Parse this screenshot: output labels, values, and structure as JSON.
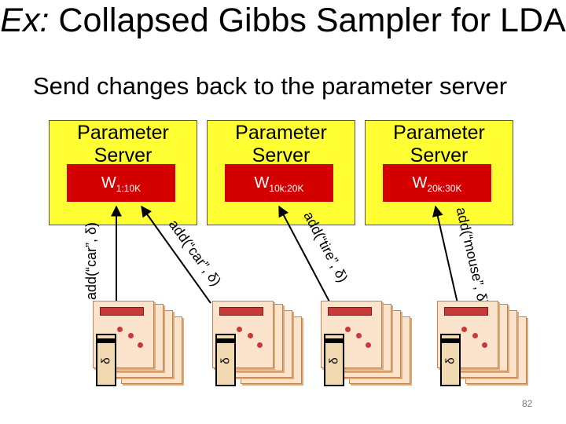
{
  "title": {
    "prefix": "Ex:",
    "text": "Collapsed Gibbs Sampler for LDA"
  },
  "subtitle": "Send changes back to the parameter server",
  "servers": [
    {
      "label": "Parameter Server",
      "w_base": "W",
      "w_sub": "1:10K"
    },
    {
      "label": "Parameter Server",
      "w_base": "W",
      "w_sub": "10k:20K"
    },
    {
      "label": "Parameter Server",
      "w_base": "W",
      "w_sub": "20k:30K"
    }
  ],
  "messages": [
    "add(“car”, δ)",
    "add(“car”, δ)",
    "add(“tire”, δ)",
    "add(“mouse”, δ)"
  ],
  "workers": [
    {
      "doc_symbol": "δ"
    },
    {
      "doc_symbol": "δ"
    },
    {
      "doc_symbol": "δ"
    },
    {
      "doc_symbol": "δ"
    }
  ],
  "colors": {
    "server_fill": "#ffff33",
    "weight_box": "#d40000",
    "document_red": "#c73a3a"
  },
  "page_number": "82"
}
